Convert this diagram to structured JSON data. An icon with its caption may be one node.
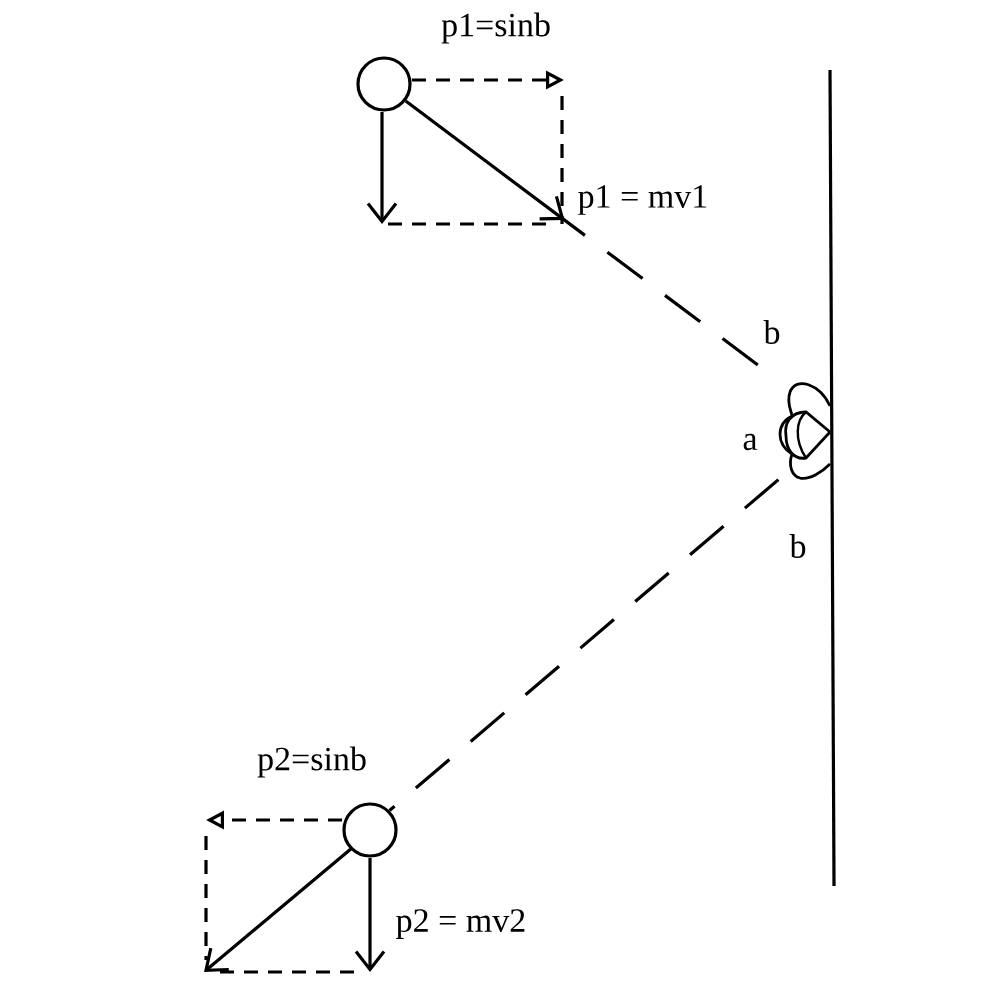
{
  "diagram": {
    "nodes": [
      {
        "text": [],
        "shape": "circle"
      },
      {
        "text": [],
        "shape": "blob"
      },
      {
        "text": [],
        "shape": "circle"
      }
    ],
    "edges": [
      {
        "from": 0,
        "to": 1,
        "arrow": "to",
        "style": "dashed"
      },
      {
        "from": 1,
        "to": 2,
        "arrow": "none",
        "style": "dashed"
      }
    ],
    "labels": [
      "p1=sinb",
      "p1 = mv1",
      "b",
      "a",
      "b",
      "p2=sinb",
      "p2 = mv2"
    ]
  }
}
